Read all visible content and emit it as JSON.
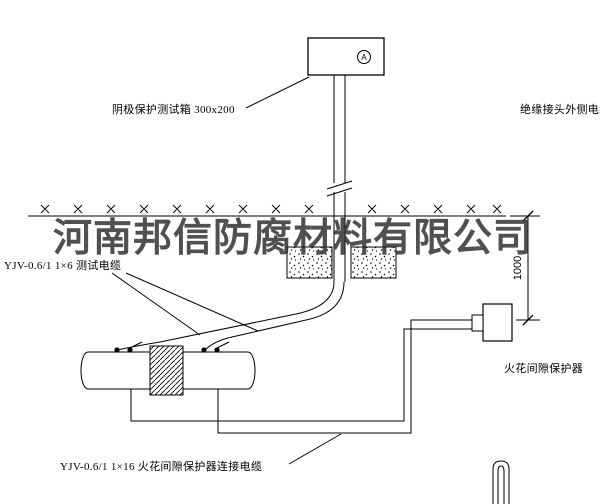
{
  "watermark": {
    "text": "河南邦信防腐材料有限公司",
    "color": "#2a2a2a"
  },
  "labels": {
    "test_box": "阴极保护测试箱 300x200",
    "insulation_joint_cable": "绝缘接头外侧电缆",
    "test_cable": "YJV-0.6/1 1×6 测试电缆",
    "spark_gap_protector": "火花间隙保护器",
    "spark_gap_cable": "YJV-0.6/1 1×16 火花间隙保护器连接电缆",
    "dimension": "1000",
    "ammeter": "A"
  },
  "colors": {
    "line": "#000000",
    "background": "#ffffff"
  }
}
